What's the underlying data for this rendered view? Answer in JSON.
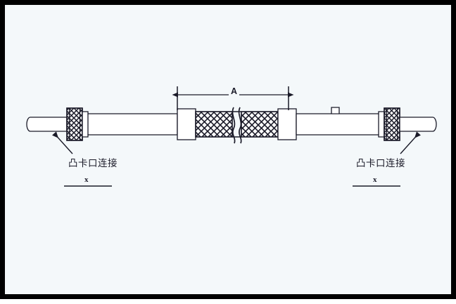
{
  "frame": {
    "border_color": "#000000",
    "background_color": "#f4f8fa",
    "line_color": "#1a1a28"
  },
  "diagram": {
    "title_alt": "braided-hose-assembly",
    "type": "engineering-line-drawing",
    "dimension": {
      "letter": "A",
      "style": "double-arrow-with-extension-lines"
    },
    "annotations": [
      {
        "side": "left",
        "text": "凸卡口连接",
        "blank_mark": "x",
        "points_to": "left-knurled-connector"
      },
      {
        "side": "right",
        "text": "凸卡口连接",
        "blank_mark": "x",
        "points_to": "right-knurled-connector"
      }
    ],
    "components": [
      "rounded-end-cap-left",
      "knurled-nut-left",
      "tapered-tube-left",
      "ferrule-left",
      "braided-hose",
      "break-symbol",
      "ferrule-right",
      "tapered-tube-right",
      "square-tab",
      "knurled-nut-right",
      "rounded-end-cap-right"
    ]
  }
}
